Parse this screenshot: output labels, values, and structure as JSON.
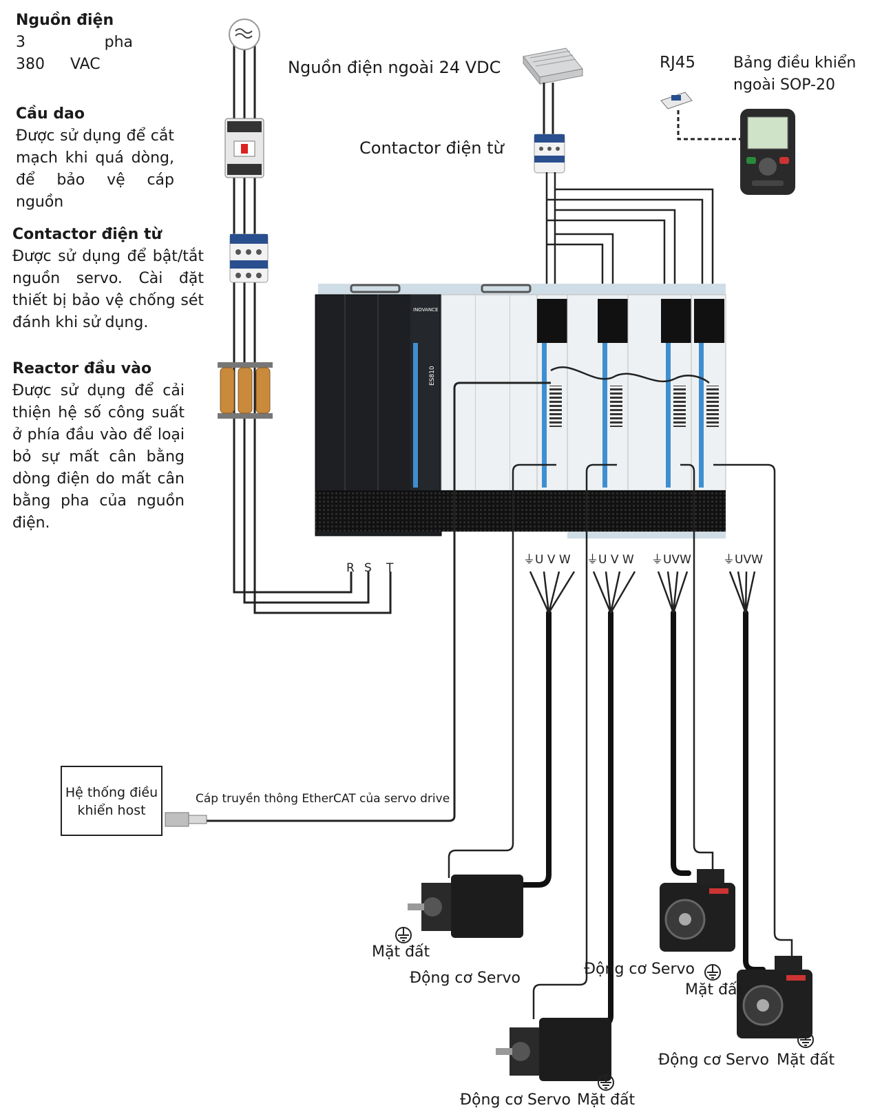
{
  "left_panel": {
    "power": {
      "title": "Nguồn điện",
      "desc": "3 pha 380 VAC"
    },
    "breaker": {
      "title": "Cầu dao",
      "desc": "Được sử dụng để cắt mạch khi quá dòng, để bảo vệ cáp nguồn"
    },
    "contactor": {
      "title": "Contactor điện từ",
      "desc": "Được sử dụng để bật/tắt nguồn servo. Cài đặt thiết bị bảo vệ chống sét đánh khi sử dụng."
    },
    "reactor": {
      "title": "Reactor đầu vào",
      "desc": "Được sử dụng để cải thiện hệ số công suất ở phía đầu vào để loại bỏ sự mất cân bằng dòng điện do mất cân bằng pha của nguồn điện."
    }
  },
  "top_labels": {
    "ext_power": "Nguồn điện ngoài 24 VDC",
    "contactor2": "Contactor điện từ",
    "rj45": "RJ45",
    "panel": "Bảng điều khiển ngoài SOP-20"
  },
  "terminals": {
    "r": "R",
    "s": "S",
    "t": "T"
  },
  "motor_terminals": [
    "⏚U V W",
    "⏚U V W",
    "⏚UVW",
    "⏚UVW"
  ],
  "host": {
    "label": "Hệ thống điều khiển host"
  },
  "ethercat_label": "Cáp truyền thông EtherCAT của servo drive",
  "motors": {
    "m1": {
      "name": "Động cơ Servo",
      "ground": "Mặt đất"
    },
    "m2": {
      "name": "Động cơ Servo",
      "ground": "Mặt đất"
    },
    "m3": {
      "name": "Động cơ Servo",
      "ground": "Mặt đất"
    },
    "m4": {
      "name": "Động cơ Servo",
      "ground": "Mặt đất"
    }
  },
  "drive_brand": "INOVANCE",
  "drive_model": "ES810",
  "colors": {
    "drive_blue": "#3f8fd0",
    "drive_black": "#1d1f22",
    "drive_white": "#eef1f3",
    "wire": "#222222"
  }
}
